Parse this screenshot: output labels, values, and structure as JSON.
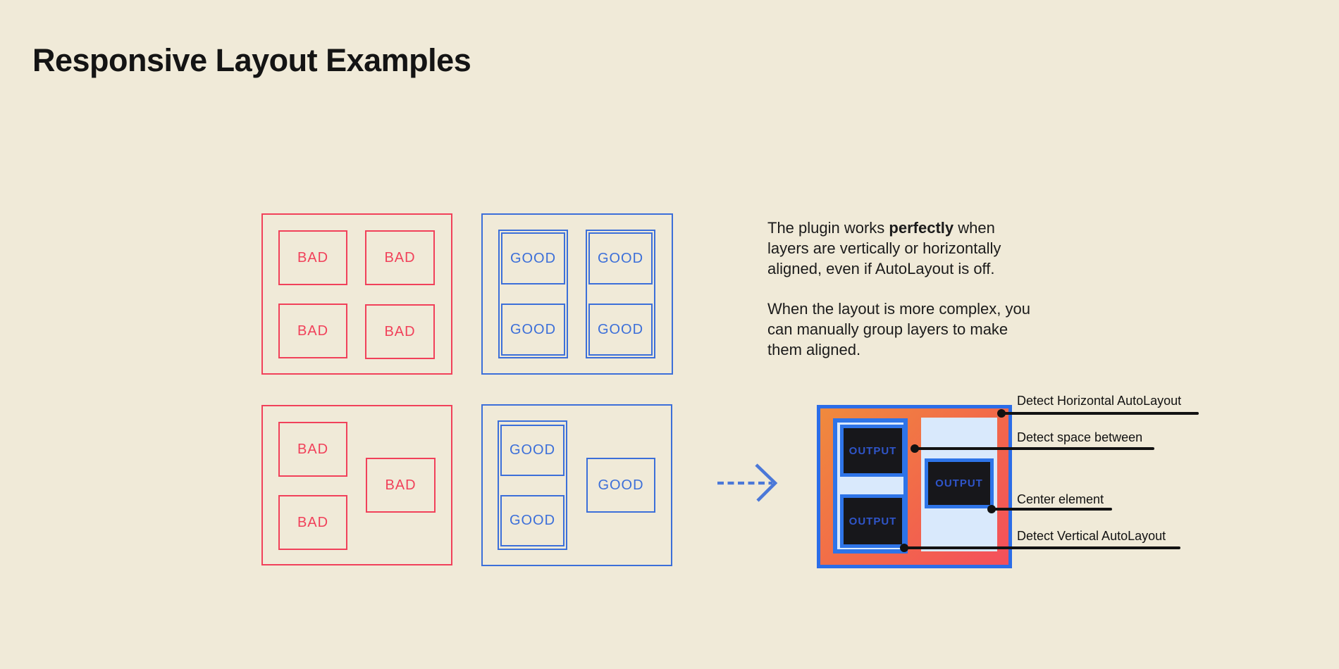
{
  "title": "Responsive Layout Examples",
  "labels": {
    "bad": "BAD",
    "good": "GOOD",
    "output": "OUTPUT"
  },
  "description": {
    "p1_before": "The plugin works ",
    "p1_bold": "perfectly",
    "p1_after": " when\nlayers are vertically or horizontally\naligned, even if AutoLayout is off.",
    "p2": "When the layout is more complex, you\ncan manually group layers to make\nthem aligned."
  },
  "callouts": [
    {
      "label": "Detect Horizontal AutoLayout"
    },
    {
      "label": "Detect space between"
    },
    {
      "label": "Center element"
    },
    {
      "label": "Detect Vertical AutoLayout"
    }
  ],
  "colors": {
    "background": "#f0ead8",
    "bad_red": "#f1415a",
    "good_blue": "#3c6fd9",
    "output_frame_blue": "#2b6de8",
    "light_blue_fill": "#d9e9fc",
    "dark_box": "#17171b",
    "output_text_blue": "#2f55c9",
    "gradient_orange": "#f08a3d",
    "gradient_red": "#f44f5c",
    "annotation_black": "#121212",
    "arrow_blue": "#4b78d8"
  }
}
